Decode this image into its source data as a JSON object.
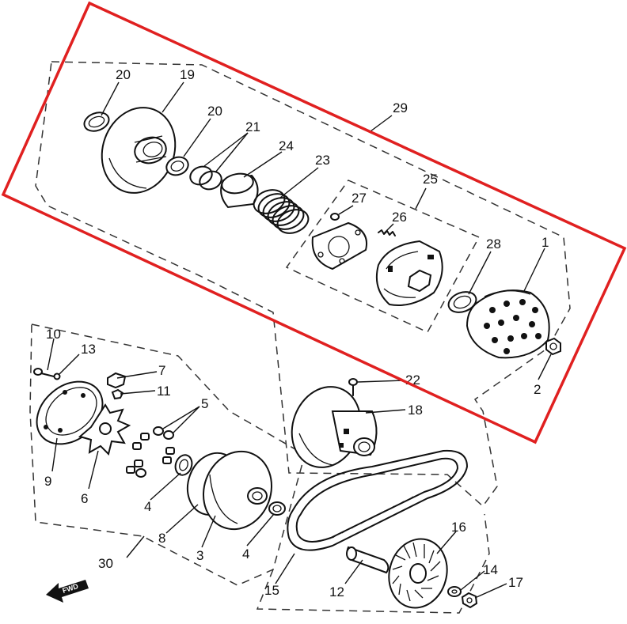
{
  "callouts": [
    {
      "id": "c1",
      "text": "1"
    },
    {
      "id": "c2",
      "text": "2"
    },
    {
      "id": "c3",
      "text": "3"
    },
    {
      "id": "c4a",
      "text": "4"
    },
    {
      "id": "c4b",
      "text": "4"
    },
    {
      "id": "c5",
      "text": "5"
    },
    {
      "id": "c6",
      "text": "6"
    },
    {
      "id": "c7",
      "text": "7"
    },
    {
      "id": "c8",
      "text": "8"
    },
    {
      "id": "c9",
      "text": "9"
    },
    {
      "id": "c10",
      "text": "10"
    },
    {
      "id": "c11",
      "text": "11"
    },
    {
      "id": "c12",
      "text": "12"
    },
    {
      "id": "c13",
      "text": "13"
    },
    {
      "id": "c14",
      "text": "14"
    },
    {
      "id": "c15",
      "text": "15"
    },
    {
      "id": "c16",
      "text": "16"
    },
    {
      "id": "c17",
      "text": "17"
    },
    {
      "id": "c18",
      "text": "18"
    },
    {
      "id": "c19",
      "text": "19"
    },
    {
      "id": "c20a",
      "text": "20"
    },
    {
      "id": "c20b",
      "text": "20"
    },
    {
      "id": "c21",
      "text": "21"
    },
    {
      "id": "c22",
      "text": "22"
    },
    {
      "id": "c23",
      "text": "23"
    },
    {
      "id": "c24",
      "text": "24"
    },
    {
      "id": "c25",
      "text": "25"
    },
    {
      "id": "c26",
      "text": "26"
    },
    {
      "id": "c27",
      "text": "27"
    },
    {
      "id": "c28",
      "text": "28"
    },
    {
      "id": "c29",
      "text": "29"
    },
    {
      "id": "c30",
      "text": "30"
    }
  ],
  "fwd_label": "FWD",
  "colors": {
    "highlight": "#e02020",
    "ink": "#111111"
  }
}
